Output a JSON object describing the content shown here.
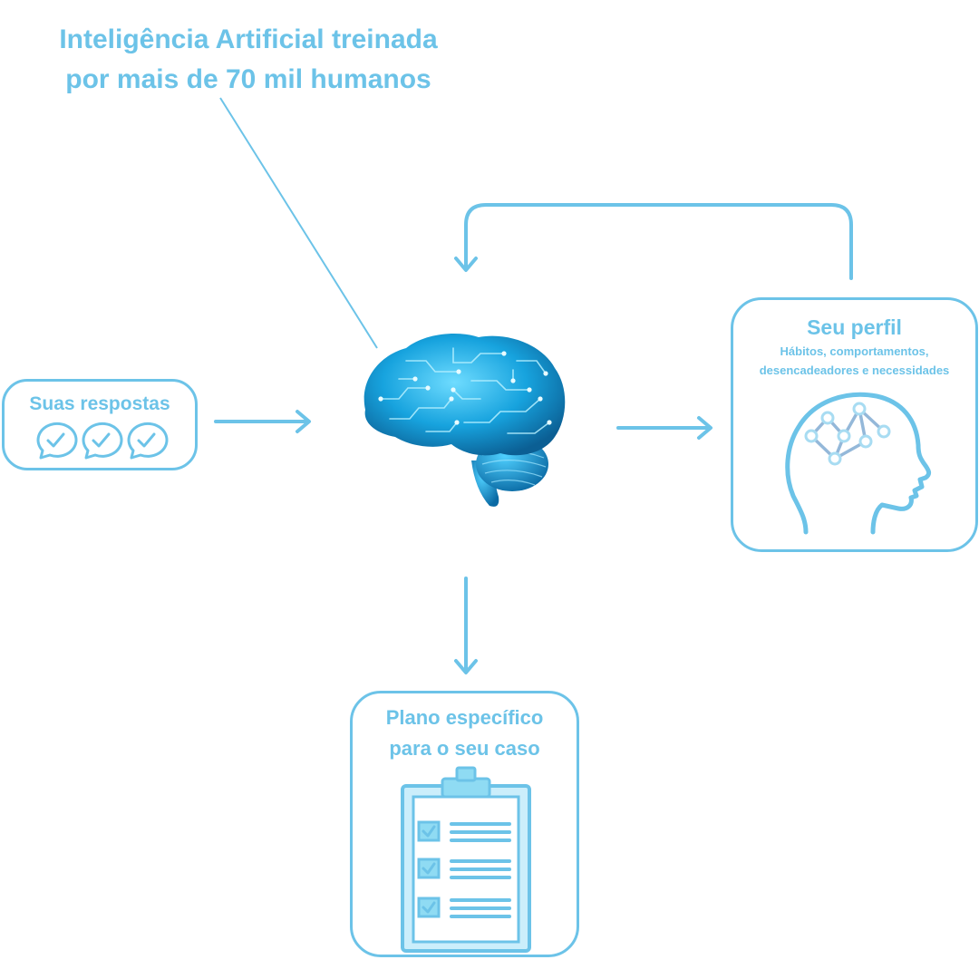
{
  "title": {
    "line1": "Inteligência Artificial treinada",
    "line2": "por mais de 70 mil humanos"
  },
  "respostas": {
    "label": "Suas respostas",
    "icon": "chat-check-icon"
  },
  "perfil": {
    "label": "Seu perfil",
    "sub_line1": "Hábitos, comportamentos,",
    "sub_line2": "desencadeadores e necessidades",
    "icon": "head-network-icon"
  },
  "plano": {
    "line1": "Plano específico",
    "line2": "para o seu caso",
    "icon": "clipboard-checklist-icon"
  },
  "center": {
    "icon": "brain-circuit-icon"
  },
  "colors": {
    "accent": "#6cc3e8",
    "brain": "#1aa7e0",
    "brain_dark": "#0a5a8c"
  }
}
